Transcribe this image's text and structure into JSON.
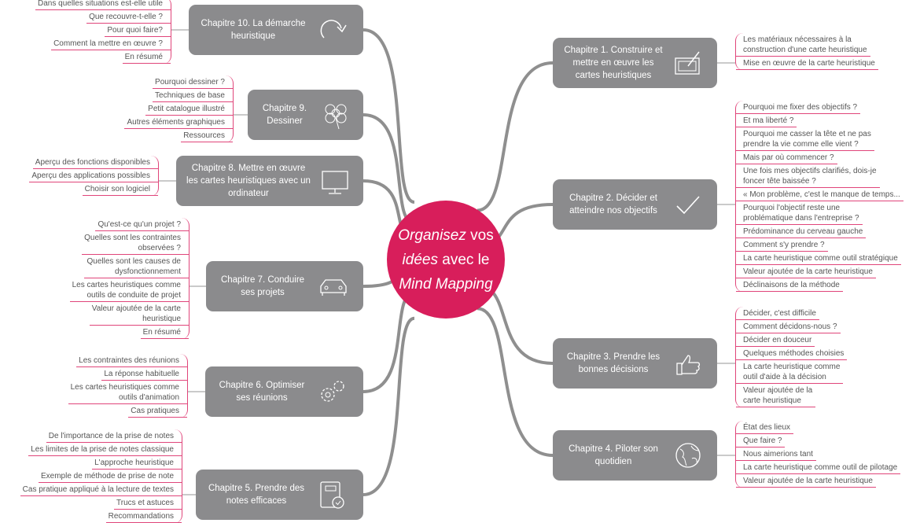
{
  "center": {
    "w1": "Organisez",
    "w2": "vos",
    "w3": "idées",
    "w4": "avec le",
    "w5": "Mind Mapping",
    "color": "#d81e5b"
  },
  "colors": {
    "box": "#8b8b8d",
    "leaf_line": "#e0457a",
    "branch": "#8f8f8f"
  },
  "chapters": [
    {
      "id": "c10",
      "title": "Chapitre 10. La démarche heuristique",
      "icon": "circular-arrow-icon",
      "side": "left",
      "leaves": [
        "Dans quelles situations est-elle utile",
        "Que recouvre-t-elle ?",
        "Pour quoi faire?",
        "Comment la mettre en œuvre ?",
        "En résumé"
      ]
    },
    {
      "id": "c9",
      "title": "Chapitre 9. Dessiner",
      "icon": "flower-doodle-icon",
      "side": "left",
      "leaves": [
        "Pourquoi dessiner ?",
        "Techniques de base",
        "Petit catalogue illustré",
        "Autres éléments graphiques",
        "Ressources"
      ]
    },
    {
      "id": "c8",
      "title": "Chapitre 8. Mettre en œuvre les cartes heuristiques avec un ordinateur",
      "icon": "monitor-icon",
      "side": "left",
      "leaves": [
        "Aperçu des fonctions disponibles",
        "Aperçu des applications possibles",
        "Choisir son logiciel"
      ]
    },
    {
      "id": "c7",
      "title": "Chapitre 7. Conduire ses projets",
      "icon": "car-icon",
      "side": "left",
      "leaves": [
        "Qu'est-ce qu'un projet ?",
        "Quelles sont les contraintes\nobservées ?",
        "Quelles sont les causes de\ndysfonctionnement",
        "Les cartes heuristiques comme\noutils de conduite de projet",
        "Valeur ajoutée de la carte\nheuristique",
        "En résumé"
      ]
    },
    {
      "id": "c6",
      "title": "Chapitre 6. Optimiser ses réunions",
      "icon": "gears-icon",
      "side": "left",
      "leaves": [
        "Les contraintes des réunions",
        "La réponse habituelle",
        "Les cartes heuristiques comme\noutils d'animation",
        "Cas pratiques"
      ]
    },
    {
      "id": "c5",
      "title": "Chapitre 5. Prendre des notes efficaces",
      "icon": "notebook-check-icon",
      "side": "left",
      "leaves": [
        "De l'importance de la prise de notes",
        "Les limites de la prise de notes classique",
        "L'approche heuristique",
        "Exemple de méthode de prise de note",
        "Cas pratique appliqué à la lecture de textes",
        "Trucs et astuces",
        "Recommandations"
      ]
    },
    {
      "id": "c1",
      "title": "Chapitre 1. Construire et mettre en œuvre les cartes heuristiques",
      "icon": "drawing-tablet-icon",
      "side": "right",
      "leaves": [
        "Les matériaux nécessaires à la\nconstruction d'une carte heuristique",
        "Mise en œuvre de la carte heuristique"
      ]
    },
    {
      "id": "c2",
      "title": "Chapitre 2. Décider et atteindre nos objectifs",
      "icon": "checkmark-icon",
      "side": "right",
      "leaves": [
        "Pourquoi me fixer des objectifs ?",
        "Et ma liberté ?",
        "Pourquoi me casser la tête et ne pas\nprendre la vie comme elle vient ?",
        "Mais par où commencer ?",
        "Une fois mes objectifs clarifiés, dois-je\nfoncer tête baissée ?",
        "« Mon problème, c'est le manque de temps...",
        "Pourquoi l'objectif reste une\nproblématique dans l'entreprise ?",
        "Prédominance du cerveau gauche",
        "Comment s'y prendre ?",
        "La carte heuristique comme outil stratégique",
        "Valeur ajoutée de la carte heuristique",
        "Déclinaisons de la méthode"
      ]
    },
    {
      "id": "c3",
      "title": "Chapitre 3. Prendre les bonnes décisions",
      "icon": "thumbs-up-icon",
      "side": "right",
      "leaves": [
        "Décider, c'est difficile",
        "Comment décidons-nous ?",
        "Décider en douceur",
        "Quelques méthodes choisies",
        "La carte heuristique comme\noutil d'aide à la décision",
        "Valeur ajoutée de la\ncarte heuristique"
      ]
    },
    {
      "id": "c4",
      "title": "Chapitre 4. Piloter son quotidien",
      "icon": "globe-icon",
      "side": "right",
      "leaves": [
        "État des lieux",
        "Que faire ?",
        "Nous aimerions tant",
        "La carte heuristique comme outil de pilotage",
        "Valeur ajoutée de la carte heuristique"
      ]
    }
  ]
}
